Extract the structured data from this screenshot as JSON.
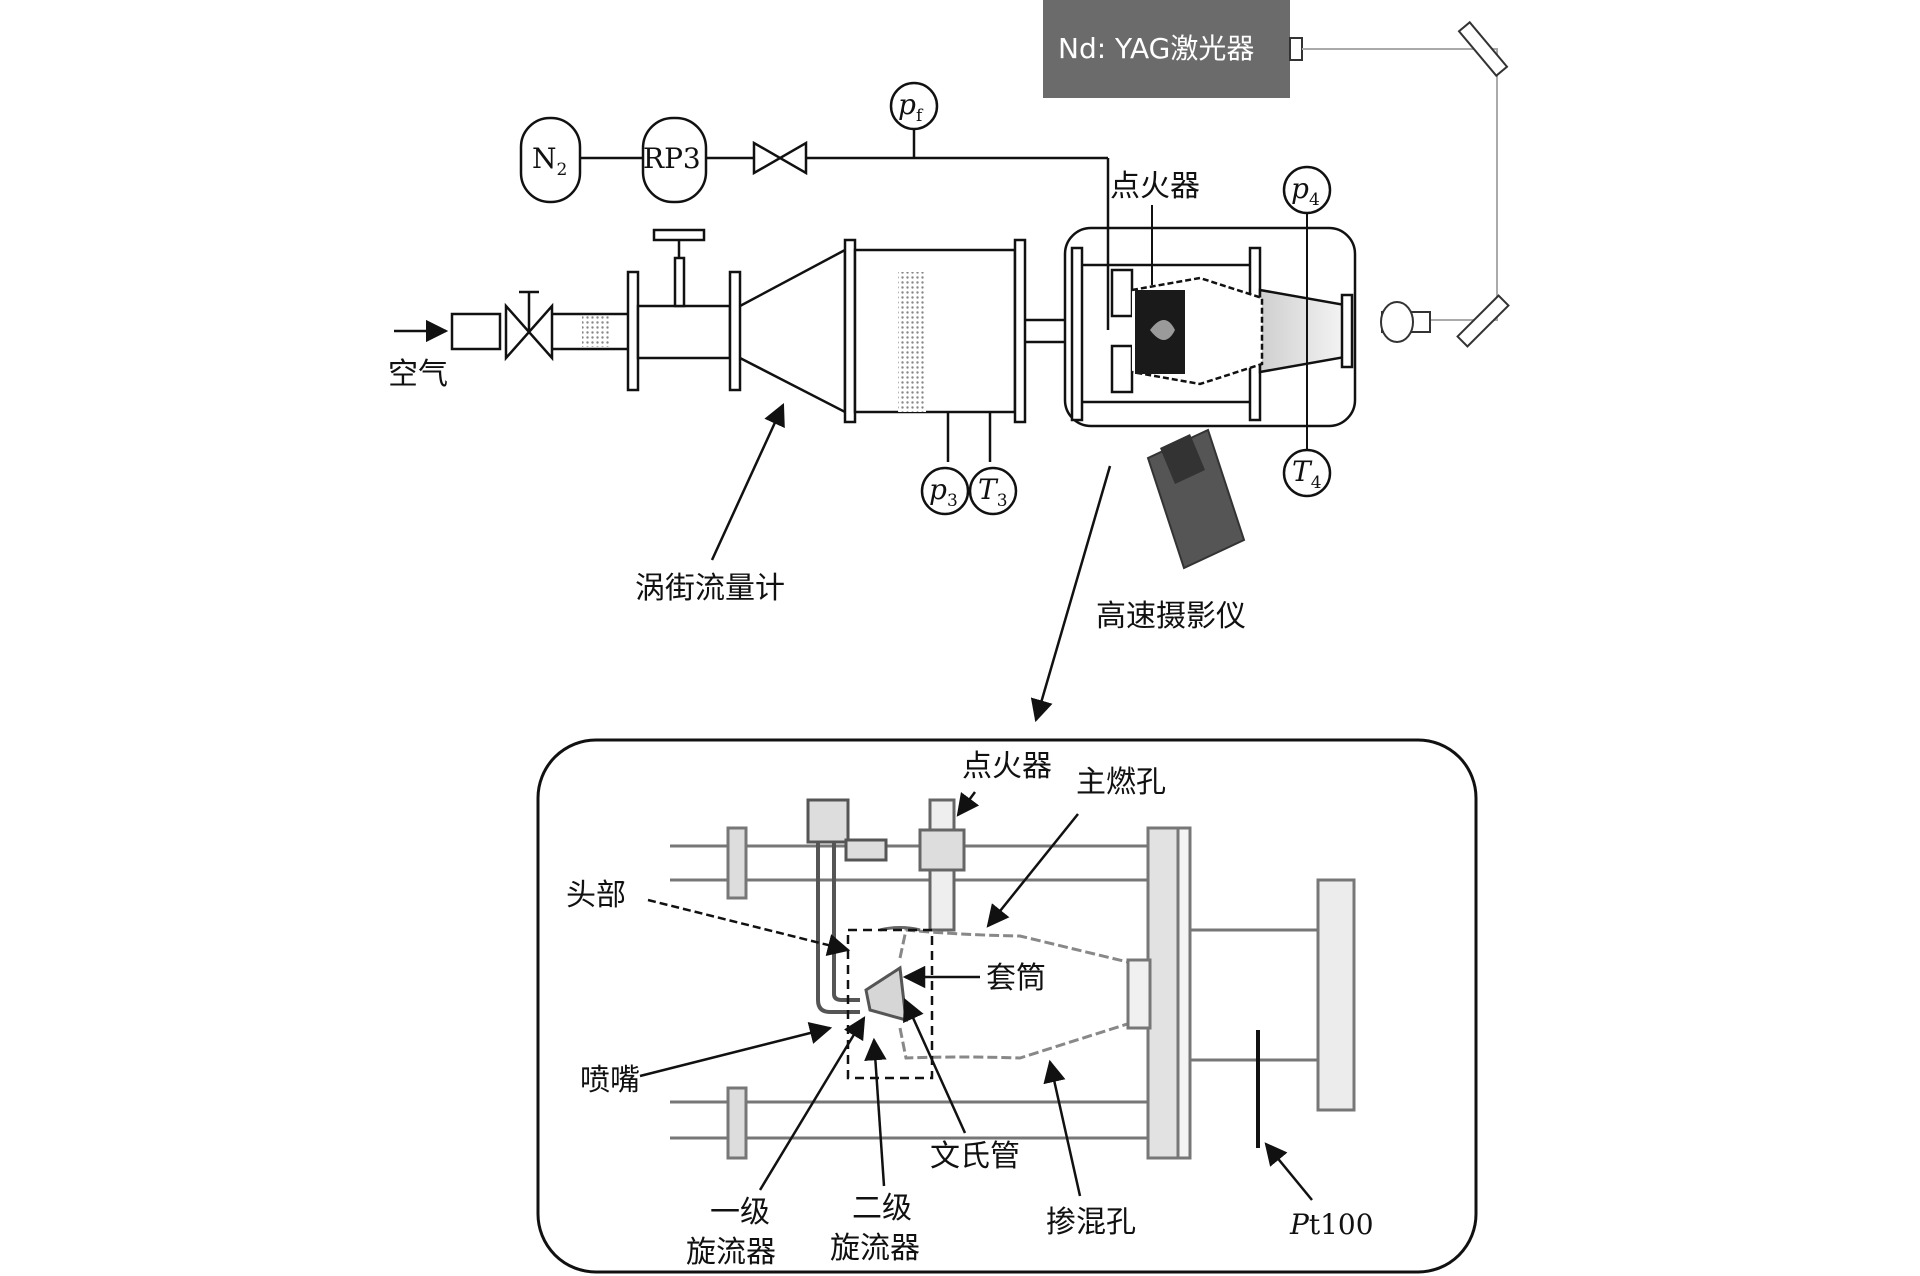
{
  "source": {
    "label": "空气"
  },
  "gas": {
    "n2_main": "N",
    "n2_sub": "2",
    "pump": "RP3"
  },
  "sensors": {
    "pf_main": "p",
    "pf_sub": "f",
    "p3_main": "p",
    "p3_sub": "3",
    "t3_main": "T",
    "t3_sub": "3",
    "p4_main": "p",
    "p4_sub": "4",
    "t4_main": "T",
    "t4_sub": "4"
  },
  "laser": {
    "label": "Nd: YAG激光器"
  },
  "labels": {
    "igniter_top": "点火器",
    "vortex_flowmeter": "涡街流量计",
    "high_speed_camera": "高速摄影仪"
  },
  "detail": {
    "igniter": "点火器",
    "primary_hole": "主燃孔",
    "head": "头部",
    "sleeve": "套筒",
    "nozzle": "喷嘴",
    "venturi": "文氏管",
    "primary_swirler_line1": "一级",
    "primary_swirler_line2": "旋流器",
    "secondary_swirler_line1": "二级",
    "secondary_swirler_line2": "旋流器",
    "dilution_hole": "掺混孔",
    "pt100_italic": "P",
    "pt100_rest": "t100"
  }
}
